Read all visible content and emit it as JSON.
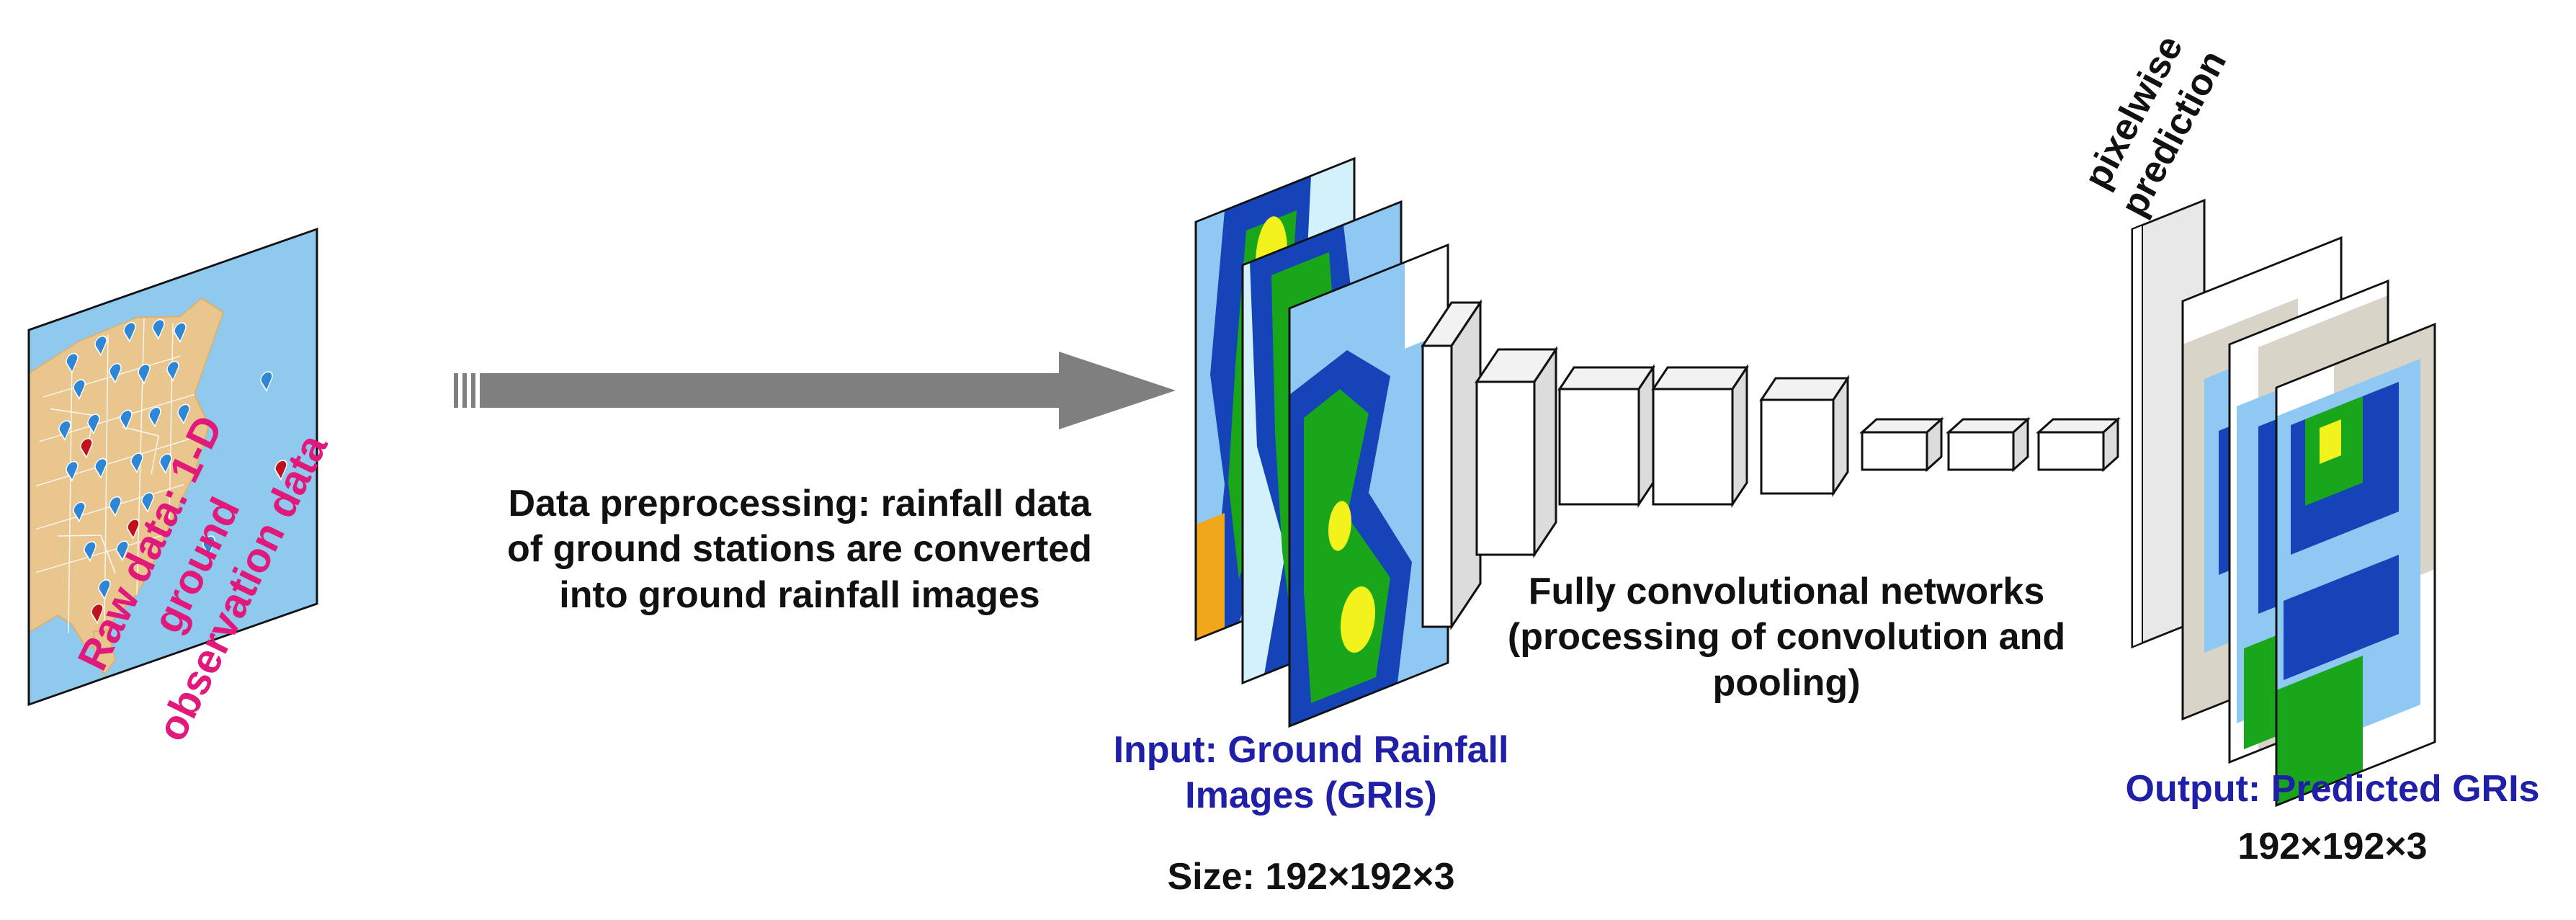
{
  "labels": {
    "raw_data": [
      "Raw data: 1-D",
      "ground",
      "observation data"
    ],
    "preprocess": [
      "Data preprocessing: rainfall data",
      "of ground stations are converted",
      "into ground rainfall images"
    ],
    "input": [
      "Input: Ground Rainfall",
      "Images (GRIs)"
    ],
    "input_size": "Size: 192×192×3",
    "fcn": [
      "Fully convolutional networks",
      "(processing of convolution and",
      "pooling)"
    ],
    "pixelwise": [
      "pixelwise",
      "prediction"
    ],
    "output": "Output: Predicted GRIs",
    "output_size": "192×192×3"
  },
  "colors": {
    "map_water": "#8fc9ee",
    "map_land": "#e8c68e",
    "marker_blue": "#2e86d6",
    "marker_red": "#c0121e",
    "arrow": "#7f7f7f",
    "rain_dark_blue": "#1444b8",
    "rain_light_blue": "#8fc8f2",
    "rain_green": "#1aa61a",
    "rain_yellow": "#f2f21c",
    "rain_orange": "#f0a81a",
    "rain_pale_cyan": "#d2f1fb",
    "label_blue": "#1f1fa8",
    "label_pink": "#e0197a"
  }
}
